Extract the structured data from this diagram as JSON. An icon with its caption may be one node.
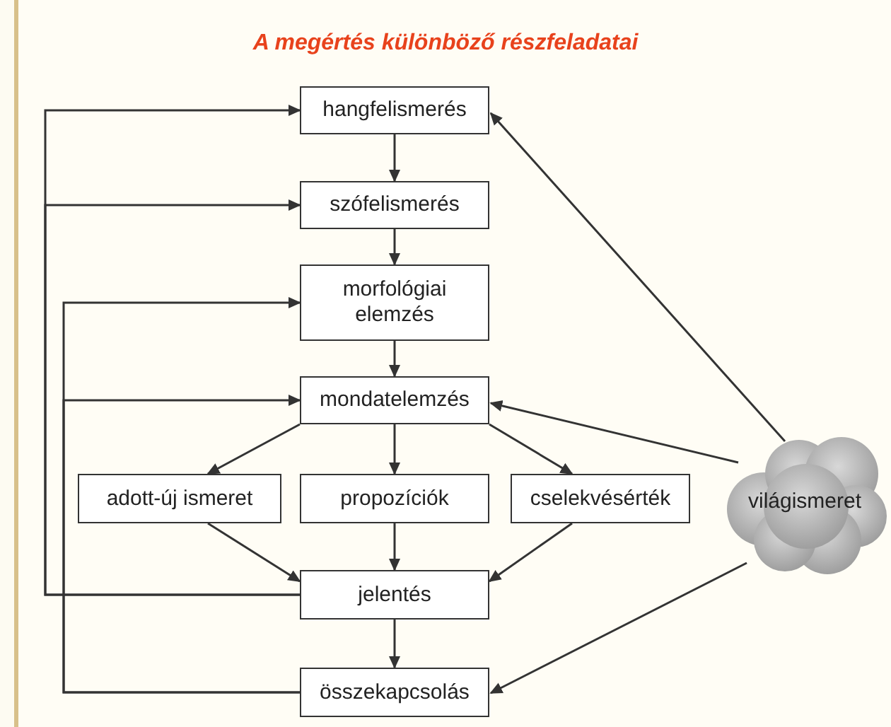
{
  "diagram": {
    "title": "A megértés különböző részfeladatai",
    "nodes": [
      {
        "text": [
          "hangfelismerés"
        ]
      },
      {
        "text": [
          "szófelismerés"
        ]
      },
      {
        "text": [
          "morfológiai elemzés"
        ]
      },
      {
        "text": [
          "mondatelemzés"
        ]
      },
      {
        "text": [
          "adott-új ismeret"
        ]
      },
      {
        "text": [
          "propozíciók"
        ]
      },
      {
        "text": [
          "cselekvésérték"
        ]
      },
      {
        "text": [
          "jelentés"
        ]
      },
      {
        "text": [
          "összekapcsolás"
        ]
      },
      {
        "text": [
          "világismeret"
        ]
      }
    ],
    "edges": [
      {
        "from": 0,
        "to": 1,
        "arrow": "to"
      },
      {
        "from": 1,
        "to": 2,
        "arrow": "to"
      },
      {
        "from": 2,
        "to": 3,
        "arrow": "to"
      },
      {
        "from": 3,
        "to": 4,
        "arrow": "to"
      },
      {
        "from": 3,
        "to": 5,
        "arrow": "to"
      },
      {
        "from": 3,
        "to": 6,
        "arrow": "to"
      },
      {
        "from": 4,
        "to": 7,
        "arrow": "to"
      },
      {
        "from": 5,
        "to": 7,
        "arrow": "to"
      },
      {
        "from": 6,
        "to": 7,
        "arrow": "to"
      },
      {
        "from": 7,
        "to": 8,
        "arrow": "to"
      },
      {
        "from": 9,
        "to": 0,
        "arrow": "to"
      },
      {
        "from": 9,
        "to": 3,
        "arrow": "to"
      },
      {
        "from": 9,
        "to": 8,
        "arrow": "to"
      },
      {
        "from": 7,
        "to": 0,
        "arrow": "to"
      },
      {
        "from": 7,
        "to": 1,
        "arrow": "to"
      },
      {
        "from": 8,
        "to": 2,
        "arrow": "to"
      },
      {
        "from": 8,
        "to": 3,
        "arrow": "to"
      }
    ]
  }
}
